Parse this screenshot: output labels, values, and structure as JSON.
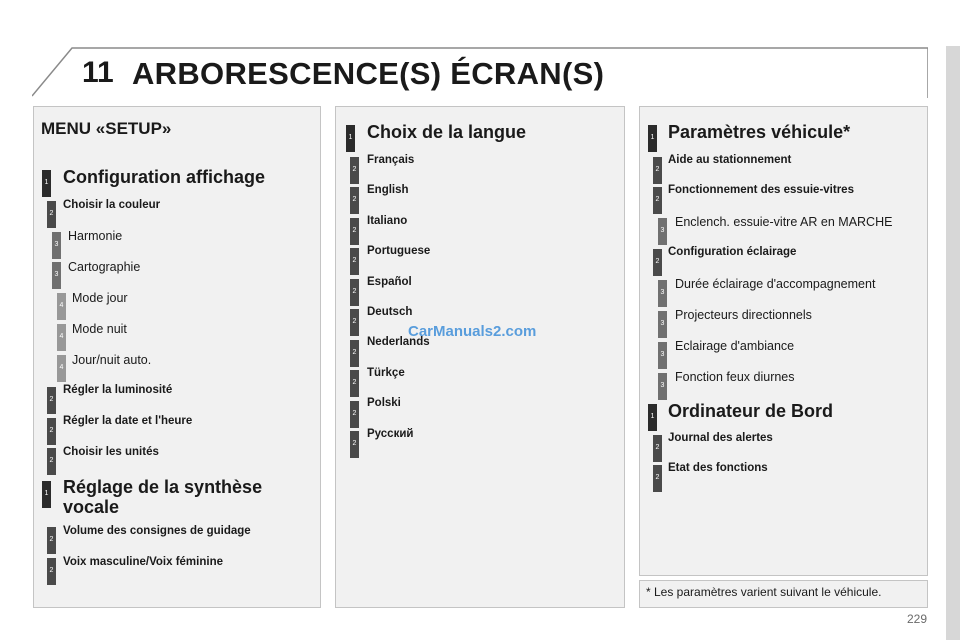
{
  "header": {
    "chapter_number": "11",
    "title": "ARBORESCENCE(S) ÉCRAN(S)"
  },
  "col1": {
    "menu_title": "MENU «SETUP»",
    "items": [
      {
        "level": "1",
        "label": "Configuration affichage"
      },
      {
        "level": "2",
        "label": "Choisir la couleur"
      },
      {
        "level": "3",
        "label": "Harmonie"
      },
      {
        "level": "3",
        "label": "Cartographie"
      },
      {
        "level": "4",
        "label": "Mode jour"
      },
      {
        "level": "4",
        "label": "Mode nuit"
      },
      {
        "level": "4",
        "label": "Jour/nuit auto."
      },
      {
        "level": "2",
        "label": "Régler la luminosité"
      },
      {
        "level": "2",
        "label": "Régler la date et l'heure"
      },
      {
        "level": "2",
        "label": "Choisir les unités"
      },
      {
        "level": "1",
        "label": "Réglage de la synthèse"
      },
      {
        "level": "",
        "label": "vocale"
      },
      {
        "level": "2",
        "label": "Volume des consignes de guidage"
      },
      {
        "level": "2",
        "label": "Voix masculine/Voix féminine"
      }
    ]
  },
  "col2": {
    "items": [
      {
        "level": "1",
        "label": "Choix de la langue"
      },
      {
        "level": "2",
        "label": "Français"
      },
      {
        "level": "2",
        "label": "English"
      },
      {
        "level": "2",
        "label": "Italiano"
      },
      {
        "level": "2",
        "label": "Portuguese"
      },
      {
        "level": "2",
        "label": "Español"
      },
      {
        "level": "2",
        "label": "Deutsch"
      },
      {
        "level": "2",
        "label": "Nederlands"
      },
      {
        "level": "2",
        "label": "Türkçe"
      },
      {
        "level": "2",
        "label": "Polski"
      },
      {
        "level": "2",
        "label": "Русский"
      }
    ]
  },
  "col3": {
    "items": [
      {
        "level": "1",
        "label": "Paramètres véhicule*"
      },
      {
        "level": "2",
        "label": "Aide au stationnement"
      },
      {
        "level": "2",
        "label": "Fonctionnement des essuie-vitres"
      },
      {
        "level": "3",
        "label": "Enclench. essuie-vitre AR en MARCHE"
      },
      {
        "level": "2",
        "label": "Configuration éclairage"
      },
      {
        "level": "3",
        "label": "Durée éclairage d'accompagnement"
      },
      {
        "level": "3",
        "label": "Projecteurs directionnels"
      },
      {
        "level": "3",
        "label": "Eclairage d'ambiance"
      },
      {
        "level": "3",
        "label": "Fonction feux diurnes"
      },
      {
        "level": "1",
        "label": "Ordinateur de Bord"
      },
      {
        "level": "2",
        "label": "Journal des alertes"
      },
      {
        "level": "2",
        "label": "Etat des fonctions"
      }
    ],
    "footnote": "* Les paramètres varient suivant le véhicule."
  },
  "watermark": "CarManuals2.com",
  "page_number": "229"
}
